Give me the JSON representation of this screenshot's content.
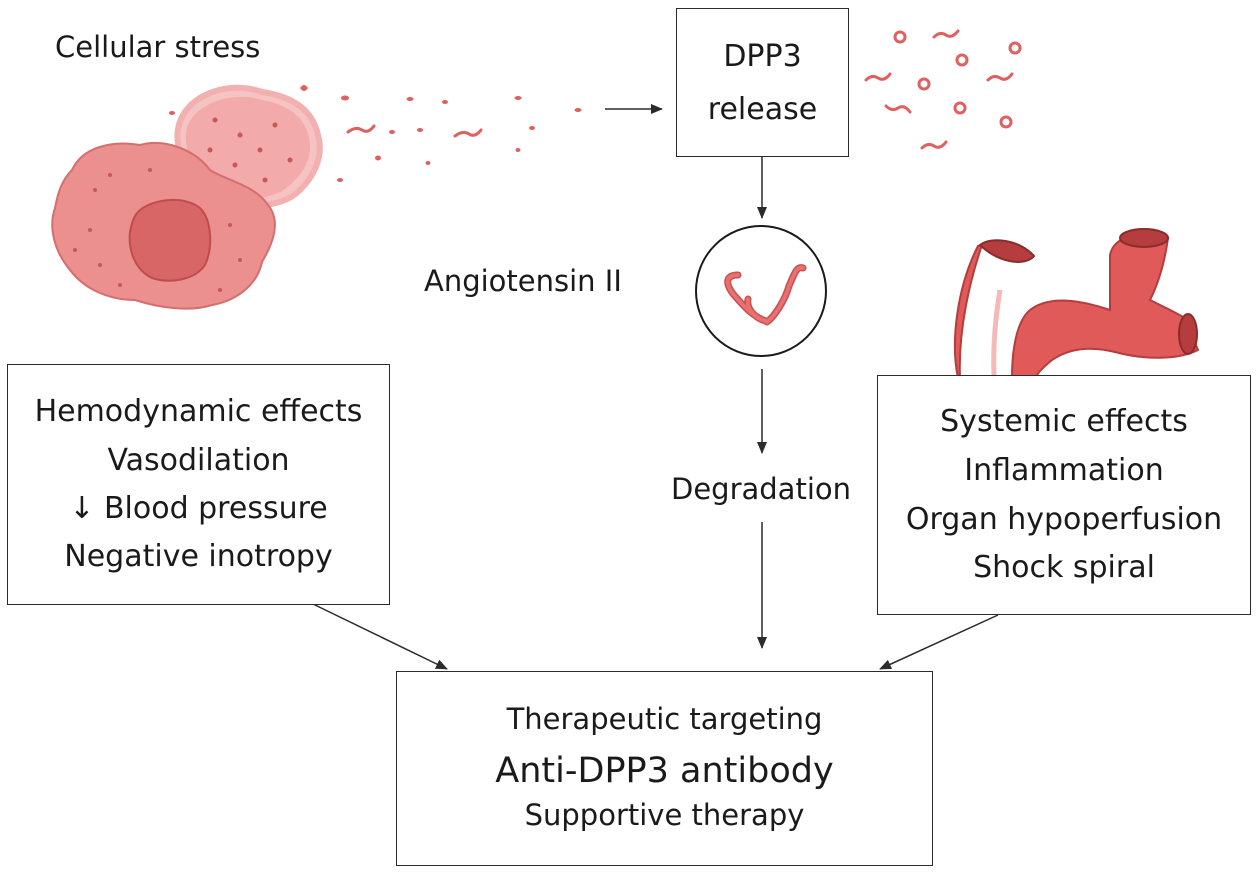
{
  "labels": {
    "cellular_stress": "Cellular stress",
    "dpp3_release_line1": "DPP3",
    "dpp3_release_line2": "release",
    "angiotensin": "Angiotensin II",
    "degradation": "Degradation"
  },
  "hemodynamic": {
    "title": "Hemodynamic effects",
    "items": [
      "Vasodilation",
      "↓ Blood pressure",
      "Negative inotropy"
    ]
  },
  "systemic": {
    "title": "Systemic effects",
    "items": [
      "Inflammation",
      "Organ hypoperfusion",
      "Shock spiral"
    ]
  },
  "therapy": {
    "title": "Therapeutic targeting",
    "antibody": "Anti-DPP3 antibody",
    "supportive": "Supportive therapy"
  },
  "colors": {
    "cell_fill": "#eb8f8f",
    "cell_light": "#f6bdbd",
    "nucleus": "#d96666",
    "vessel": "#e05a5a",
    "vessel_dark": "#b53d3d",
    "peptide": "#e06060",
    "line": "#2b2b2b"
  }
}
